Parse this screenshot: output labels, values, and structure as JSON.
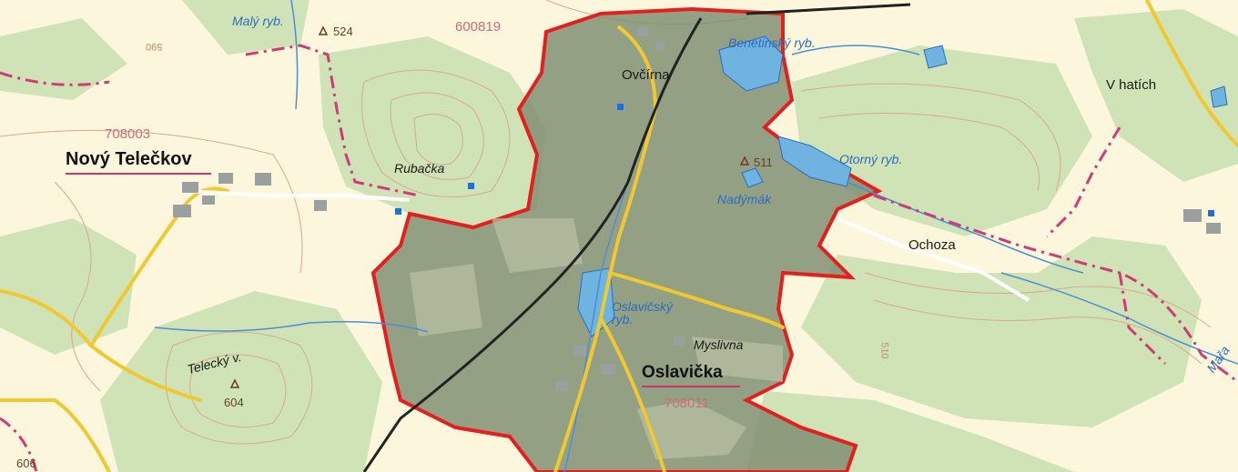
{
  "map": {
    "area_outline_color": "#e31f1f",
    "colors": {
      "background": "#fbf6dc",
      "forest": "#cfe3b6",
      "selected_area_fill": "#7d8c6f",
      "road": "#f0c832",
      "water": "#6fb3e0",
      "boundary": "#cf3b78",
      "contour": "#d9a98a"
    },
    "settlements": [
      {
        "name": "Nový Telečkov",
        "code": "708003"
      },
      {
        "name": "Oslavička",
        "code": "708011"
      }
    ],
    "places": [
      {
        "name": "Ovčírna"
      },
      {
        "name": "Rubačka"
      },
      {
        "name": "Myslivna"
      },
      {
        "name": "Ochoza"
      },
      {
        "name": "V hatích"
      },
      {
        "name": "Telecký v."
      }
    ],
    "water_bodies": [
      {
        "name": "Malý ryb."
      },
      {
        "name": "Benetinský ryb."
      },
      {
        "name": "Otorný ryb."
      },
      {
        "name": "Nadýmák"
      },
      {
        "name": "Oslavičský ryb."
      },
      {
        "name": "Mařa"
      }
    ],
    "elevations": [
      "524",
      "511",
      "604",
      "606"
    ],
    "codes": [
      "600819"
    ],
    "contour_labels": [
      "590",
      "510"
    ],
    "icons": [
      "trig-point-icon",
      "water-tank-icon",
      "boundary-line",
      "road-line",
      "stream-line"
    ]
  }
}
